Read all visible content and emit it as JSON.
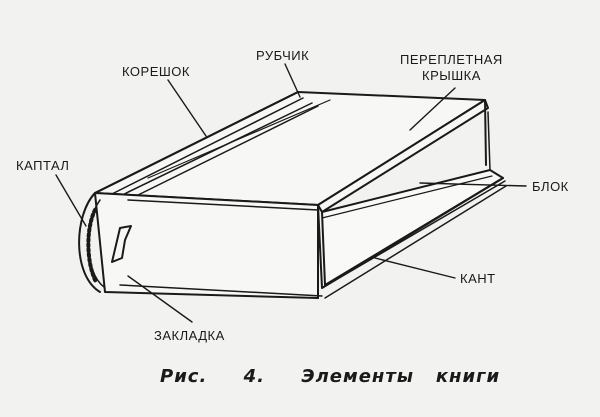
{
  "labels": {
    "rubchik": "РУБЧИК",
    "koreshok": "КОРЕШОК",
    "pereplet_line1": "ПЕРЕПЛЕТНАЯ",
    "pereplet_line2": "КРЫШКА",
    "kaptal": "КАПТАЛ",
    "blok": "БЛОК",
    "kant": "КАНТ",
    "zakladka": "ЗАКЛАДКА"
  },
  "caption": {
    "prefix": "Рис.",
    "number": "4.",
    "text": "Элементы   книги"
  },
  "colors": {
    "ink": "#1a1a1a",
    "paper": "#f2f2f0"
  }
}
